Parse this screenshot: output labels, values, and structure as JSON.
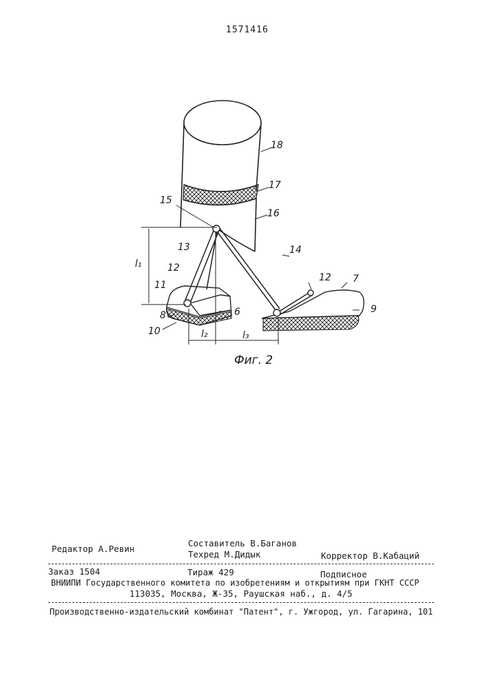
{
  "patent_number": "1571416",
  "figure": {
    "caption": "Фиг. 2",
    "labels": {
      "n18": "18",
      "n17": "17",
      "n16": "16",
      "n15": "15",
      "n14": "14",
      "n13": "13",
      "n12a": "12",
      "n12b": "12",
      "n11": "11",
      "n10": "10",
      "n9": "9",
      "n8": "8",
      "n7": "7",
      "n6": "6",
      "l1": "l₁",
      "l2": "l₂",
      "l3": "l₃"
    }
  },
  "footer": {
    "editor": "Редактор А.Ревин",
    "compiler": "Составитель В.Баганов",
    "techred": "Техред М.Дидык",
    "corrector": "Корректор В.Кабаций",
    "order": "Заказ 1504",
    "circulation": "Тираж 429",
    "subscription": "Подписное",
    "institute": "ВНИИПИ Государственного комитета по изобретениям и открытиям при ГКНТ СССР",
    "address": "113035, Москва, Ж-35, Раушская наб., д. 4/5",
    "publisher": "Производственно-издательский комбинат \"Патент\", г. Ужгород, ул. Гагарина, 101"
  }
}
